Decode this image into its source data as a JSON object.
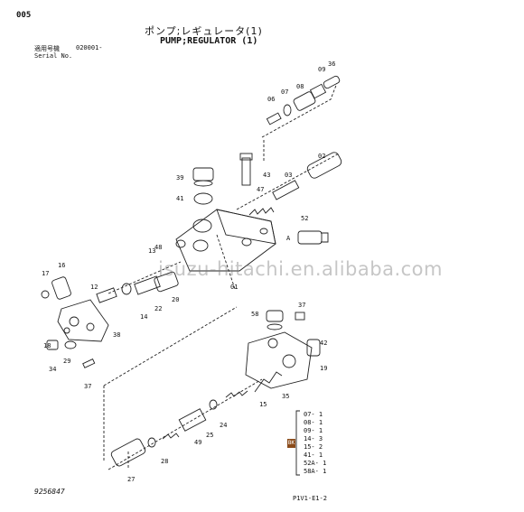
{
  "header": {
    "page_number": "005",
    "title_jp": "ポンプ;レギュレータ(1)",
    "title_en": "PUMP;REGULATOR (1)",
    "serial_label_jp": "適用号機",
    "serial_label_en": "Serial No.",
    "serial_value": "020001-"
  },
  "footer": {
    "drawing_number": "9256847",
    "page_code": "P1V1-E1-2"
  },
  "watermark": "isuzu-hitachi.en.alibaba.com",
  "parts": {
    "p36": "36",
    "p09a": "09",
    "p08": "08",
    "p07": "07",
    "p06": "06",
    "p39": "39",
    "p43": "43",
    "p03": "03",
    "p02": "02",
    "p41": "41",
    "p47": "47",
    "p52": "52",
    "pA": "A",
    "p13": "13",
    "p48": "48",
    "p17": "17",
    "p16": "16",
    "p12": "12",
    "p14": "14",
    "p22": "22",
    "p20": "20",
    "p01": "01",
    "p38": "38",
    "p18": "18",
    "p34": "34",
    "p29": "29",
    "p37a": "37",
    "p58": "58",
    "p37b": "37",
    "p42": "42",
    "p19": "19",
    "p35": "35",
    "p15": "15",
    "p24": "24",
    "p25": "25",
    "p49": "49",
    "p28": "28",
    "p27": "27"
  },
  "quantities": {
    "mark": "BK",
    "items": [
      "07- 1",
      "08- 1",
      "09- 1",
      "14- 3",
      "15- 2",
      "41- 1",
      "52A- 1",
      "58A- 1"
    ]
  }
}
